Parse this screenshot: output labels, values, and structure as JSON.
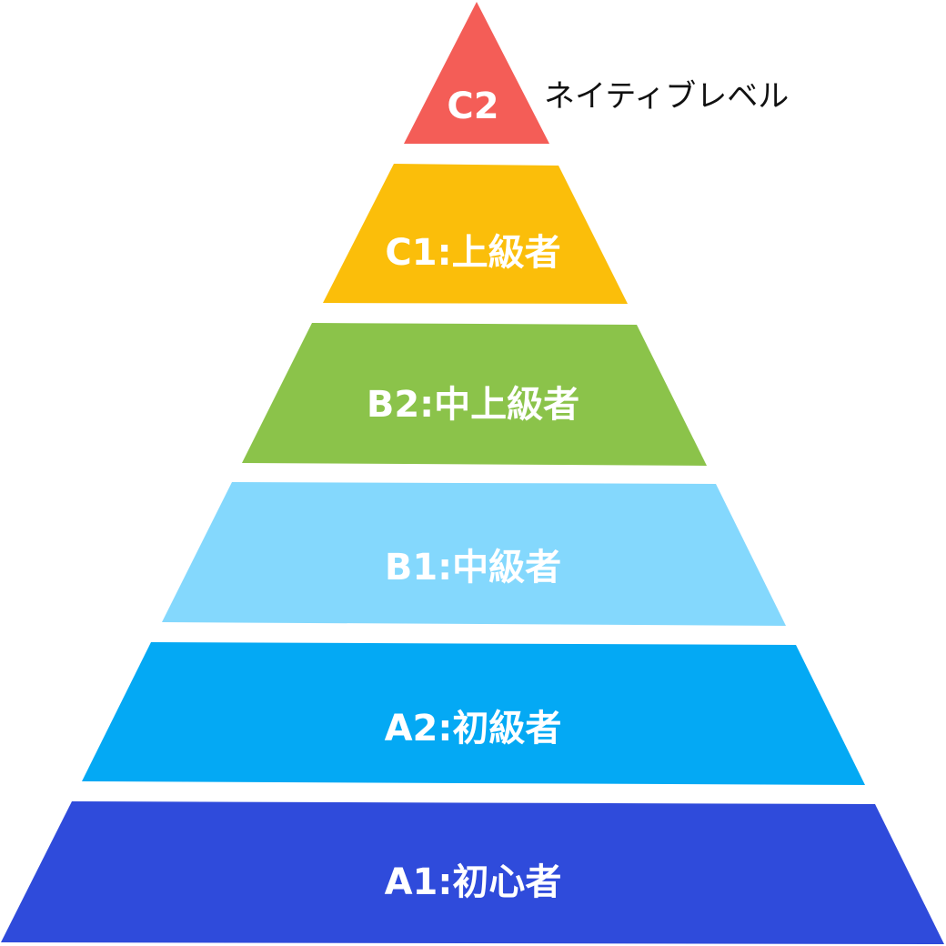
{
  "pyramid": {
    "levels": [
      {
        "label": "C2",
        "color": "#f45d57",
        "note": "ネイティブレベル"
      },
      {
        "label": "C1:上級者",
        "color": "#fbbe0a"
      },
      {
        "label": "B2:中上級者",
        "color": "#8bc34a"
      },
      {
        "label": "B1:中級者",
        "color": "#84d8fd"
      },
      {
        "label": "A2:初級者",
        "color": "#04a9f4"
      },
      {
        "label": "A1:初心者",
        "color": "#2f4bdb"
      }
    ]
  }
}
